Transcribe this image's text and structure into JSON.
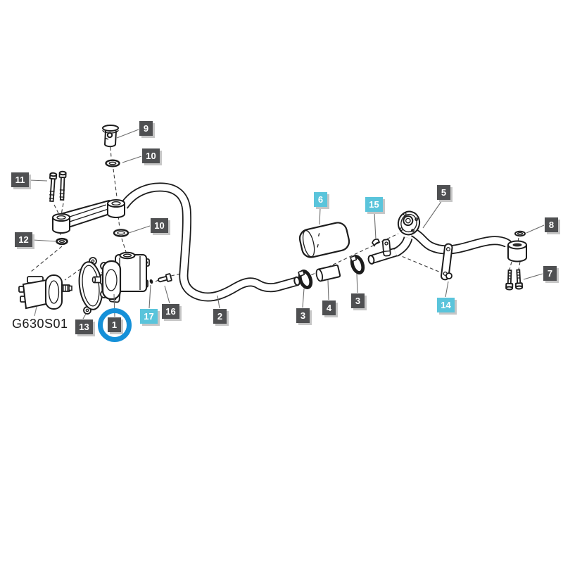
{
  "diagram": {
    "model_code": "G630S01",
    "highlighted_part": "1",
    "colors": {
      "label_dark": "#4f5052",
      "label_accent": "#5ac4db",
      "label_shadow": "#c6c6c6",
      "highlight_circle": "#1590d8",
      "line_art": "#1c1c1c",
      "background": "#ffffff"
    },
    "labels": [
      {
        "text": "9",
        "variant": "dark"
      },
      {
        "text": "10",
        "variant": "dark"
      },
      {
        "text": "11",
        "variant": "dark"
      },
      {
        "text": "12",
        "variant": "dark"
      },
      {
        "text": "10",
        "variant": "dark"
      },
      {
        "text": "6",
        "variant": "accent"
      },
      {
        "text": "15",
        "variant": "accent"
      },
      {
        "text": "5",
        "variant": "dark"
      },
      {
        "text": "8",
        "variant": "dark"
      },
      {
        "text": "7",
        "variant": "dark"
      },
      {
        "text": "14",
        "variant": "accent"
      },
      {
        "text": "3",
        "variant": "dark"
      },
      {
        "text": "4",
        "variant": "dark"
      },
      {
        "text": "3",
        "variant": "dark"
      },
      {
        "text": "2",
        "variant": "dark"
      },
      {
        "text": "17",
        "variant": "accent"
      },
      {
        "text": "16",
        "variant": "dark"
      },
      {
        "text": "13",
        "variant": "dark"
      },
      {
        "text": "1",
        "variant": "dark"
      }
    ]
  }
}
